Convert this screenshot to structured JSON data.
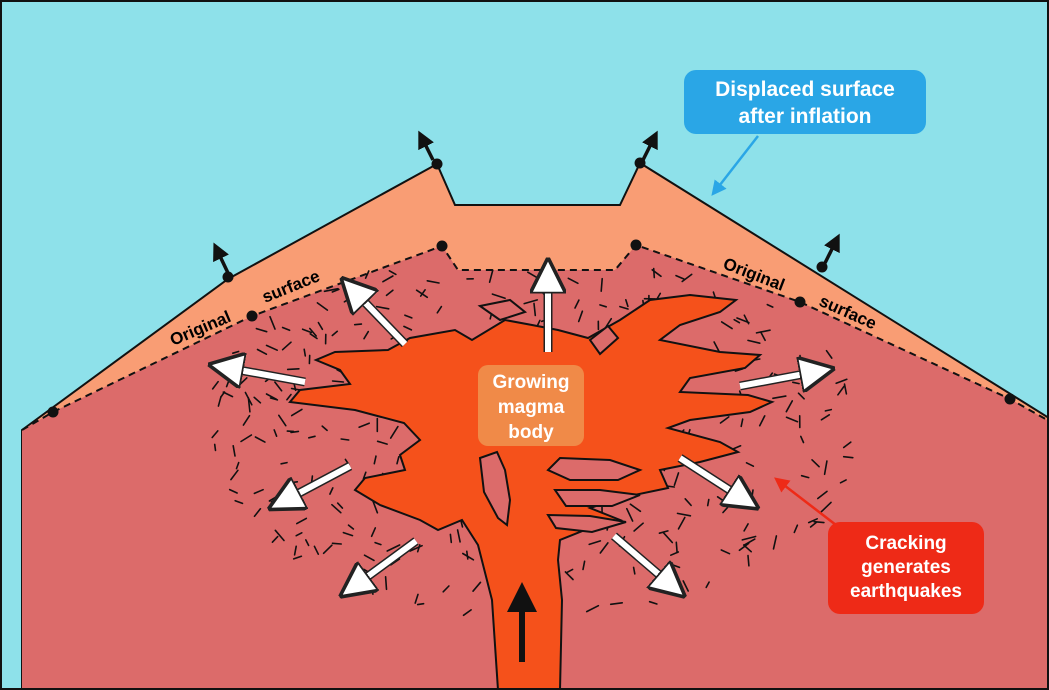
{
  "diagram": {
    "callouts": {
      "displaced": {
        "line1": "Displaced surface",
        "line2": "after inflation",
        "color": "#2aa6e6"
      },
      "growing": {
        "line1": "Growing",
        "line2": "magma",
        "line3": "body",
        "color": "#f08a48"
      },
      "cracking": {
        "line1": "Cracking",
        "line2": "generates",
        "line3": "earthquakes",
        "color": "#ee2a17"
      }
    },
    "original_surface_labels": {
      "left_word1": "Original",
      "left_word2": "surface",
      "right_word1": "Original",
      "right_word2": "surface"
    },
    "colors": {
      "sky": "#8ee1ea",
      "crust": "#dc6b6a",
      "uplift": "#f99d74",
      "magma": "#f5511b",
      "conduit": "#f0450f"
    }
  }
}
